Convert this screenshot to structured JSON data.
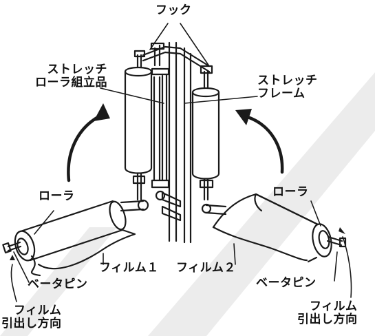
{
  "labels": {
    "hook": "フック",
    "stretch_roller_assembly": [
      "ストレッチ",
      "ローラ組立品"
    ],
    "stretch_frame": [
      "ストレッチ",
      "フレーム"
    ],
    "roller_left": "ローラ",
    "roller_right": "ローラ",
    "film_1": "フィルム１",
    "film_2": "フィルム２",
    "beta_pin_left": "ベータピン",
    "beta_pin_right": "ベータピン",
    "film_pull_direction_left": [
      "フィルム",
      "引出し方向"
    ],
    "film_pull_direction_right": [
      "フィルム",
      "引出し方向"
    ]
  },
  "colors": {
    "line": "#1a1a1a",
    "stripe": "#e9e9e9",
    "background": "#ffffff"
  }
}
